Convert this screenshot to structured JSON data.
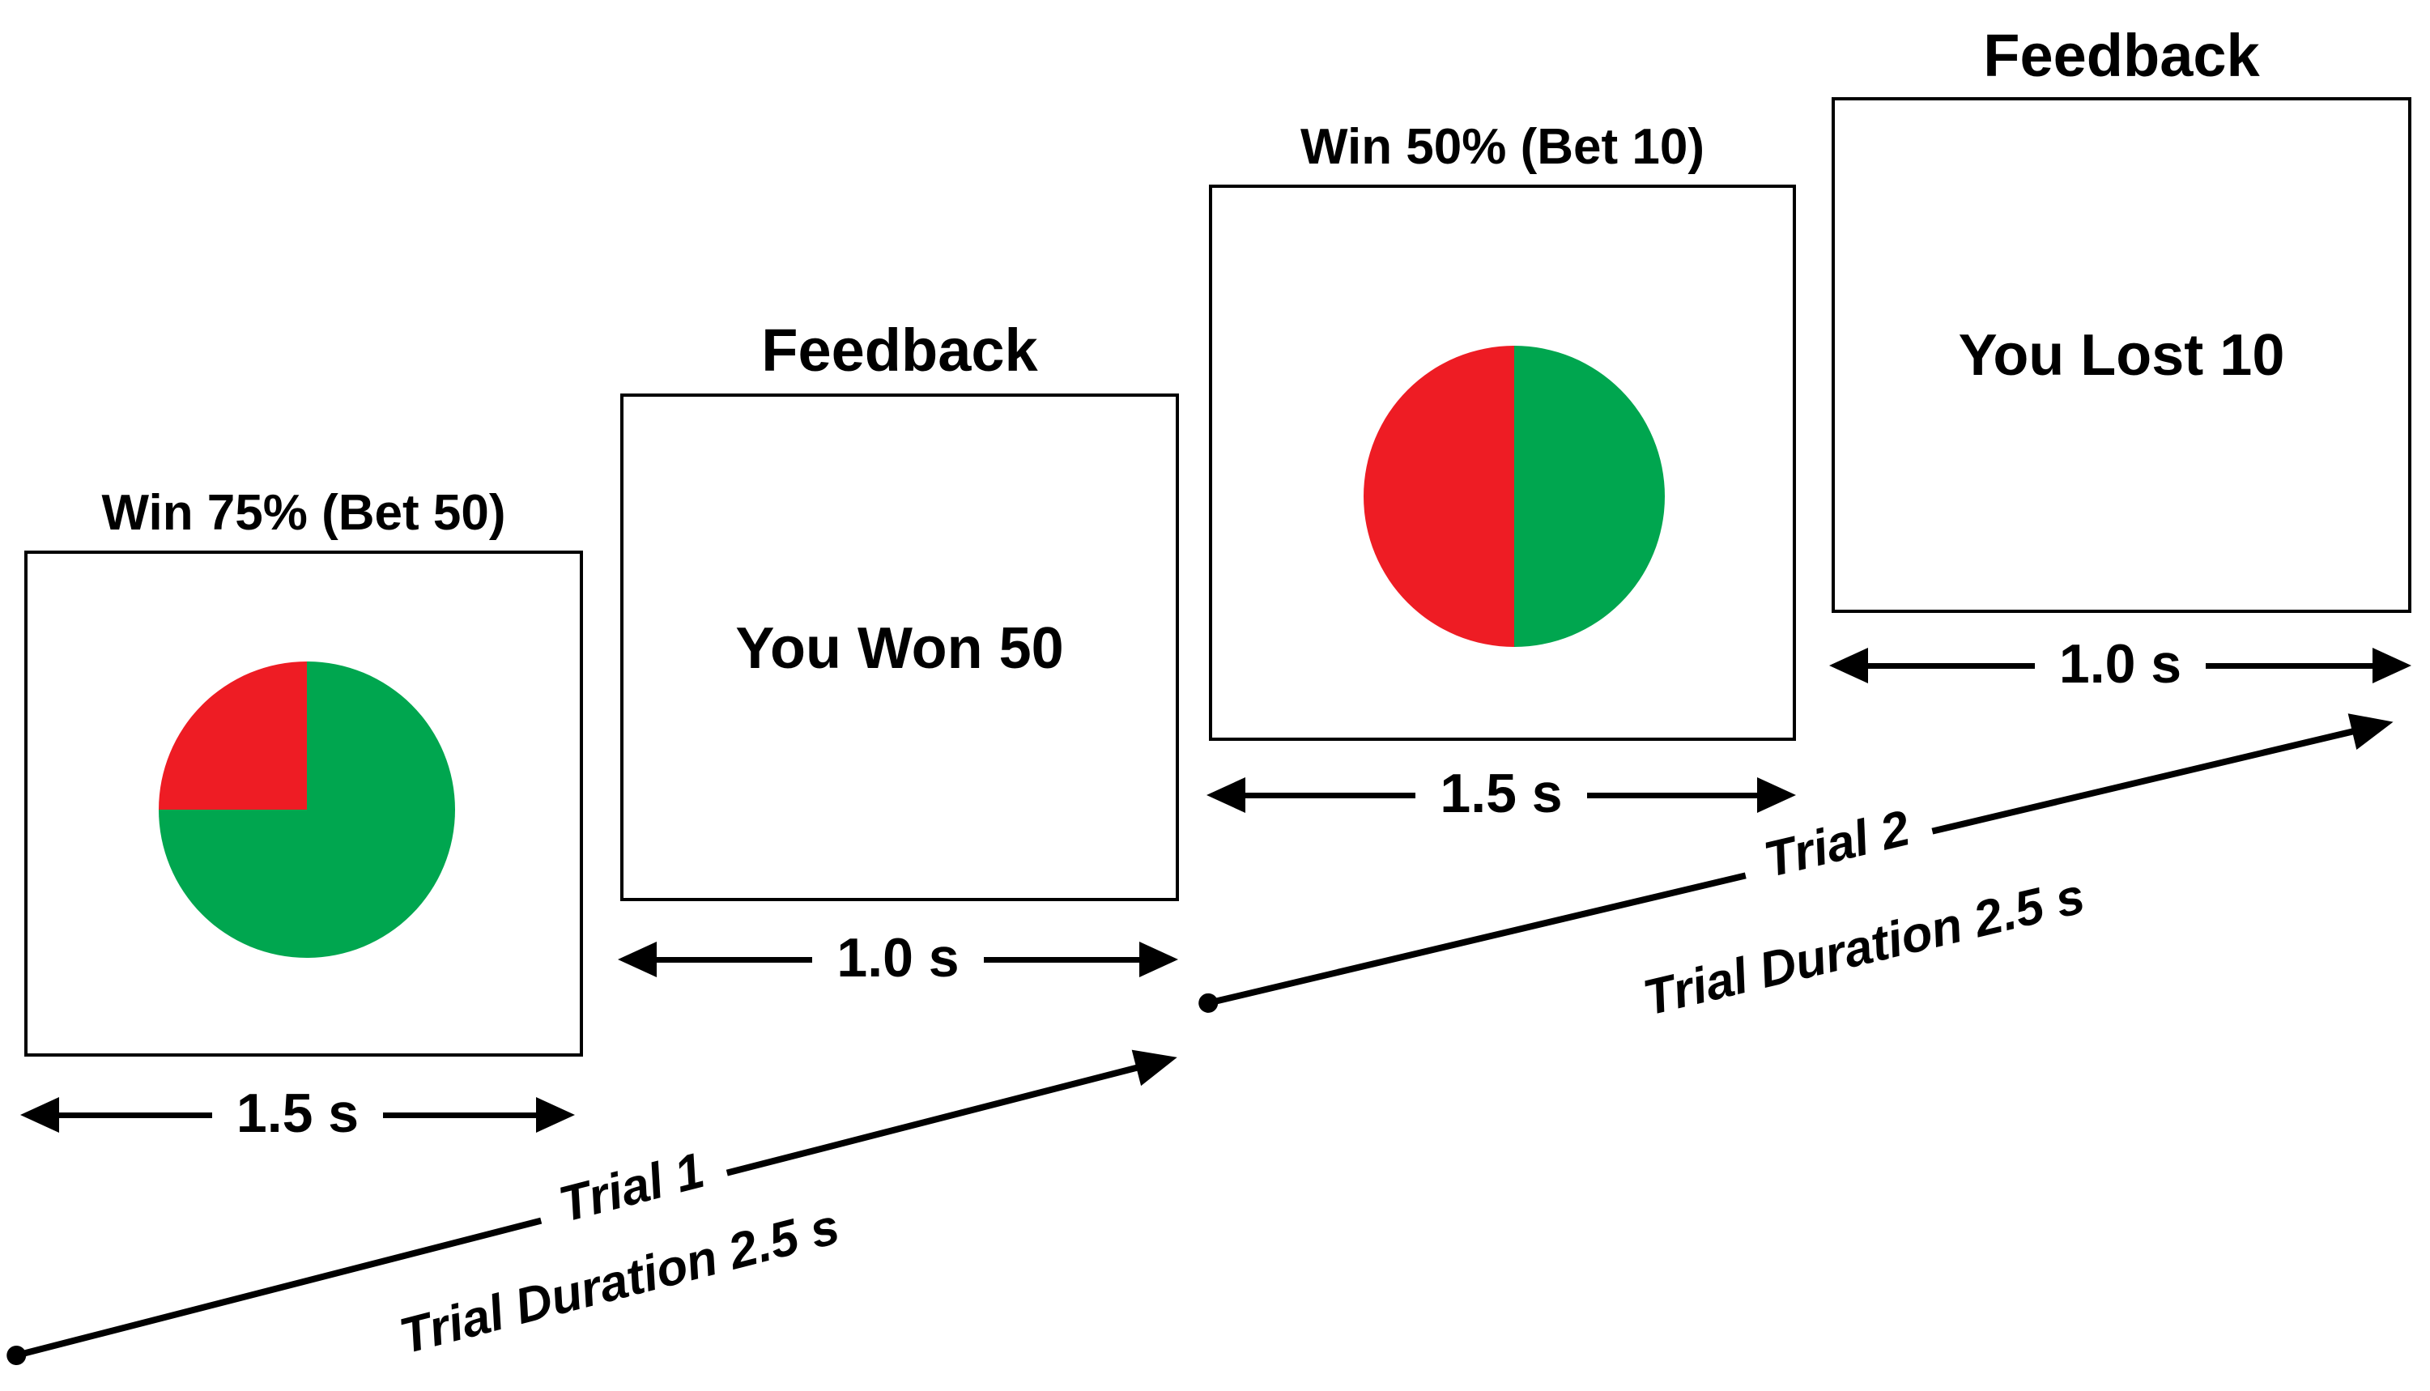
{
  "colors": {
    "win_color": "#00A64F",
    "lose_color": "#EE1C24",
    "ink": "#000000",
    "background": "#FFFFFF"
  },
  "panels": [
    {
      "title": "Win 75% (Bet 50)",
      "type": "gamble",
      "pie": {
        "win_pct": 75,
        "lose_pct": 25
      },
      "duration_label": "1.5 s"
    },
    {
      "title": "Feedback",
      "type": "feedback",
      "content": "You Won 50",
      "duration_label": "1.0 s"
    },
    {
      "title": "Win 50% (Bet 10)",
      "type": "gamble",
      "pie": {
        "win_pct": 50,
        "lose_pct": 50
      },
      "duration_label": "1.5 s"
    },
    {
      "title": "Feedback",
      "type": "feedback",
      "content": "You Lost 10",
      "duration_label": "1.0 s"
    }
  ],
  "trials": [
    {
      "label": "Trial 1",
      "duration_label": "Trial Duration 2.5 s"
    },
    {
      "label": "Trial 2",
      "duration_label": "Trial Duration 2.5 s"
    }
  ]
}
